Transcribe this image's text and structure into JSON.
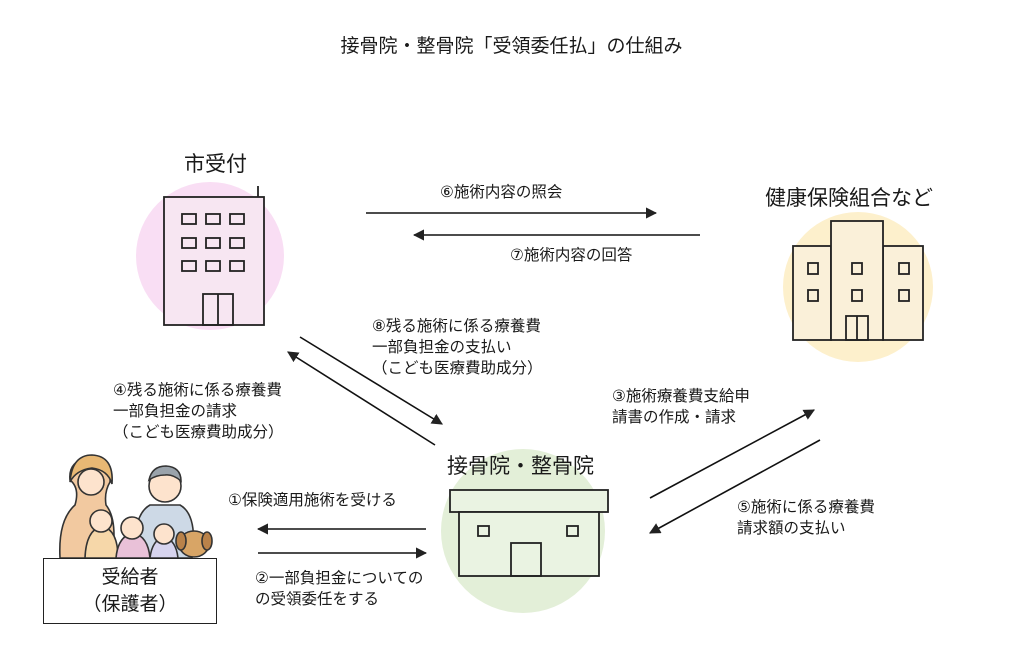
{
  "title": "接骨院・整骨院「受領委任払」の仕組み",
  "nodes": {
    "city": "市受付",
    "insurer": "健康保険組合など",
    "clinic": "接骨院・整骨院",
    "recipient_line1": "受給者",
    "recipient_line2": "（保護者）"
  },
  "steps": {
    "s1": "①保険適用施術を受ける",
    "s2_line1": "②一部負担金についての",
    "s2_line2": "の受領委任をする",
    "s3_line1": "③施術療養費支給申",
    "s3_line2": "請書の作成・請求",
    "s4_line1": "④残る施術に係る療養費",
    "s4_line2": "一部負担金の請求",
    "s4_line3": "（こども医療費助成分）",
    "s5_line1": "⑤施術に係る療養費",
    "s5_line2": "請求額の支払い",
    "s6": "⑥施術内容の照会",
    "s7": "⑦施術内容の回答",
    "s8_line1": "⑧残る施術に係る療養費",
    "s8_line2": "一部負担金の支払い",
    "s8_line3": "（こども医療費助成分）"
  },
  "colors": {
    "city_circle": "#f9def4",
    "insurer_circle": "#fdf0cc",
    "clinic_circle": "#e3efd8",
    "city_building": "#f7e6f2",
    "insurer_building": "#faf0d9",
    "clinic_building": "#eaf3e2",
    "stroke": "#222222"
  },
  "icons": {
    "city": "office-building-icon",
    "insurer": "large-building-icon",
    "clinic": "clinic-building-icon",
    "recipient": "family-illustration-icon"
  }
}
